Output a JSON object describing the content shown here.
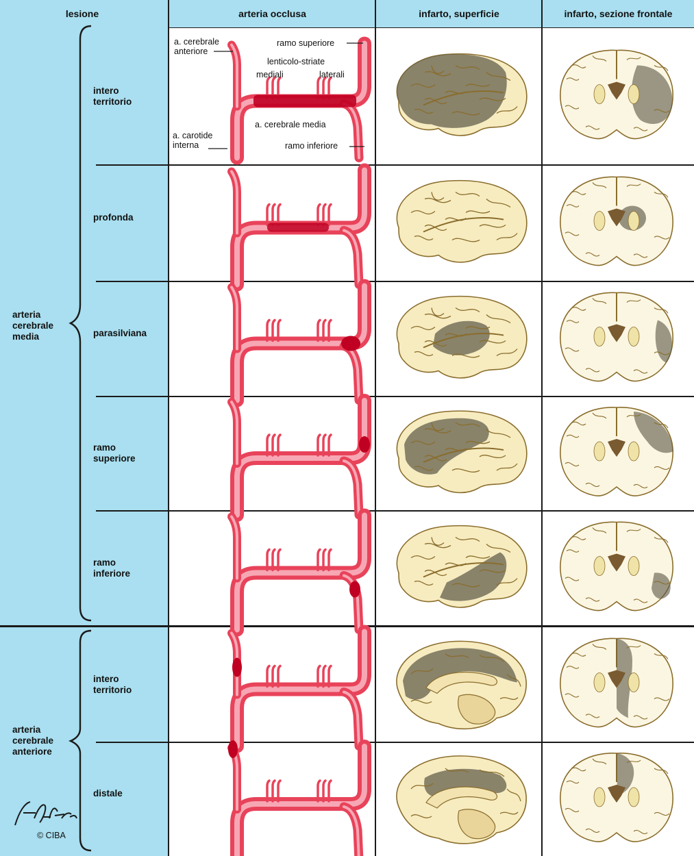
{
  "headers": {
    "lesion": "lesione",
    "artery": "arteria occlusa",
    "surface": "infarto, superficie",
    "section": "infarto, sezione frontale"
  },
  "groups": [
    {
      "label": "arteria\ncerebrale\nmedia"
    },
    {
      "label": "arteria\ncerebrale\nanteriore"
    }
  ],
  "rows": [
    {
      "label": "intero\nterritorio",
      "occlusion": "mca-full",
      "surface": "lateral-full",
      "section": "lateral-full"
    },
    {
      "label": "profonda",
      "occlusion": "mca-deep",
      "surface": "none",
      "section": "deep"
    },
    {
      "label": "parasilviana",
      "occlusion": "mca-bif",
      "surface": "lateral-sylvian",
      "section": "lateral-sylvian"
    },
    {
      "label": "ramo\nsuperiore",
      "occlusion": "mca-sup",
      "surface": "lateral-superior",
      "section": "lateral-superior"
    },
    {
      "label": "ramo\ninferiore",
      "occlusion": "mca-inf",
      "surface": "lateral-inferior",
      "section": "lateral-inferior"
    },
    {
      "label": "intero\nterritorio",
      "occlusion": "aca-prox",
      "surface": "medial-full",
      "section": "medial-full"
    },
    {
      "label": "distale",
      "occlusion": "aca-dist",
      "surface": "medial-distal",
      "section": "medial-distal"
    }
  ],
  "annotations": {
    "aca": "a. cerebrale\nanteriore",
    "sup": "ramo superiore",
    "lent": "lenticolo-striate",
    "med": "mediali",
    "lat": "laterali",
    "mca": "a. cerebrale media",
    "ica": "a. carotide\ninterna",
    "inf": "ramo inferiore"
  },
  "signature": {
    "name": "F. Netter M.D.",
    "copyright": "© CIBA"
  },
  "colors": {
    "sidebar": "#a9dff0",
    "artery": "#e8435a",
    "artery_light": "#f7a7b4",
    "occlusion": "#c00022",
    "brain": "#f7ecc0",
    "brain_edge": "#8a6d2c",
    "infarct": "#5e5a48"
  }
}
